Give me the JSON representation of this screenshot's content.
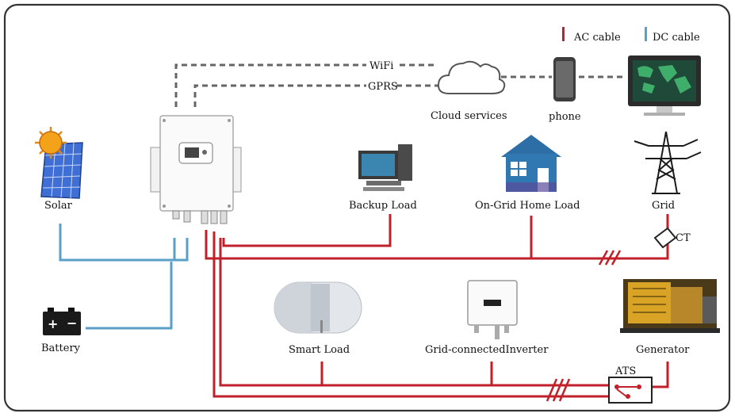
{
  "legend": {
    "ac_label": "AC cable",
    "dc_label": "DC cable",
    "ac_color": "#c0202a",
    "dc_color": "#5a9fc8"
  },
  "comm": {
    "wifi": "WiFi",
    "gprs": "GPRS"
  },
  "labels": {
    "cloud": "Cloud services",
    "phone": "phone",
    "solar": "Solar",
    "battery": "Battery",
    "backup_load": "Backup Load",
    "on_grid_home_load": "On-Grid Home  Load",
    "grid": "Grid",
    "ct": "CT",
    "smart_load": "Smart Load",
    "grid_connected_inverter": "Grid-connectedInverter",
    "generator": "Generator",
    "ats": "ATS"
  },
  "icons": {
    "sun": "sun-icon",
    "solar_panel": "solar-panel-icon",
    "hybrid_inverter": "hybrid-inverter-icon",
    "cloud": "cloud-icon",
    "phone": "phone-icon",
    "monitor": "monitor-icon",
    "computer": "computer-icon",
    "house": "house-icon",
    "pylon": "power-pylon-icon",
    "battery": "battery-icon",
    "water_heater": "water-heater-icon",
    "grid_inverter": "grid-inverter-icon",
    "generator": "generator-icon",
    "ats": "ats-switch-icon",
    "ct": "ct-clamp-icon"
  }
}
